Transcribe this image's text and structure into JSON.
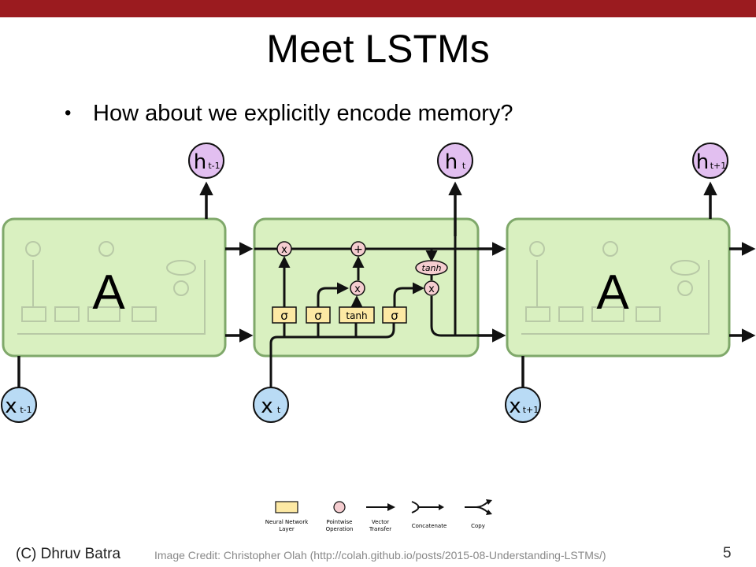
{
  "slide": {
    "title": "Meet LSTMs",
    "bullet": "How about we explicitly encode memory?"
  },
  "diagram": {
    "cells": [
      {
        "label": "A"
      },
      {
        "label": ""
      },
      {
        "label": "A"
      }
    ],
    "outputs": [
      {
        "main": "h",
        "sub": "t-1"
      },
      {
        "main": "h",
        "sub": "t"
      },
      {
        "main": "h",
        "sub": "t+1"
      }
    ],
    "inputs": [
      {
        "main": "x",
        "sub": "t-1"
      },
      {
        "main": "x",
        "sub": "t"
      },
      {
        "main": "x",
        "sub": "t+1"
      }
    ],
    "gate_layers": [
      "σ",
      "σ",
      "tanh",
      "σ"
    ],
    "pointwise_ops": {
      "forget_multiply": "x",
      "add": "+",
      "input_multiply": "x",
      "output_multiply": "x",
      "tanh": "tanh"
    }
  },
  "legend": [
    {
      "icon": "neural-network-layer",
      "label_line1": "Neural Network",
      "label_line2": "Layer"
    },
    {
      "icon": "pointwise-operation",
      "label_line1": "Pointwise",
      "label_line2": "Operation"
    },
    {
      "icon": "vector-transfer",
      "label_line1": "Vector",
      "label_line2": "Transfer"
    },
    {
      "icon": "concatenate",
      "label_line1": "Concatenate",
      "label_line2": ""
    },
    {
      "icon": "copy",
      "label_line1": "Copy",
      "label_line2": ""
    }
  ],
  "footer": {
    "author": "(C) Dhruv Batra",
    "credit": "Image Credit: Christopher Olah (http://colah.github.io/posts/2015-08-Understanding-LSTMs/)",
    "page": "5"
  },
  "colors": {
    "header_bar": "#9b1b1f",
    "cell_fill": "#d9f0c0",
    "cell_stroke": "#7fa86a",
    "layer_fill": "#fde9a4",
    "op_fill": "#f5cdd0",
    "output_fill": "#e2bff0",
    "input_fill": "#b9dbf5"
  }
}
